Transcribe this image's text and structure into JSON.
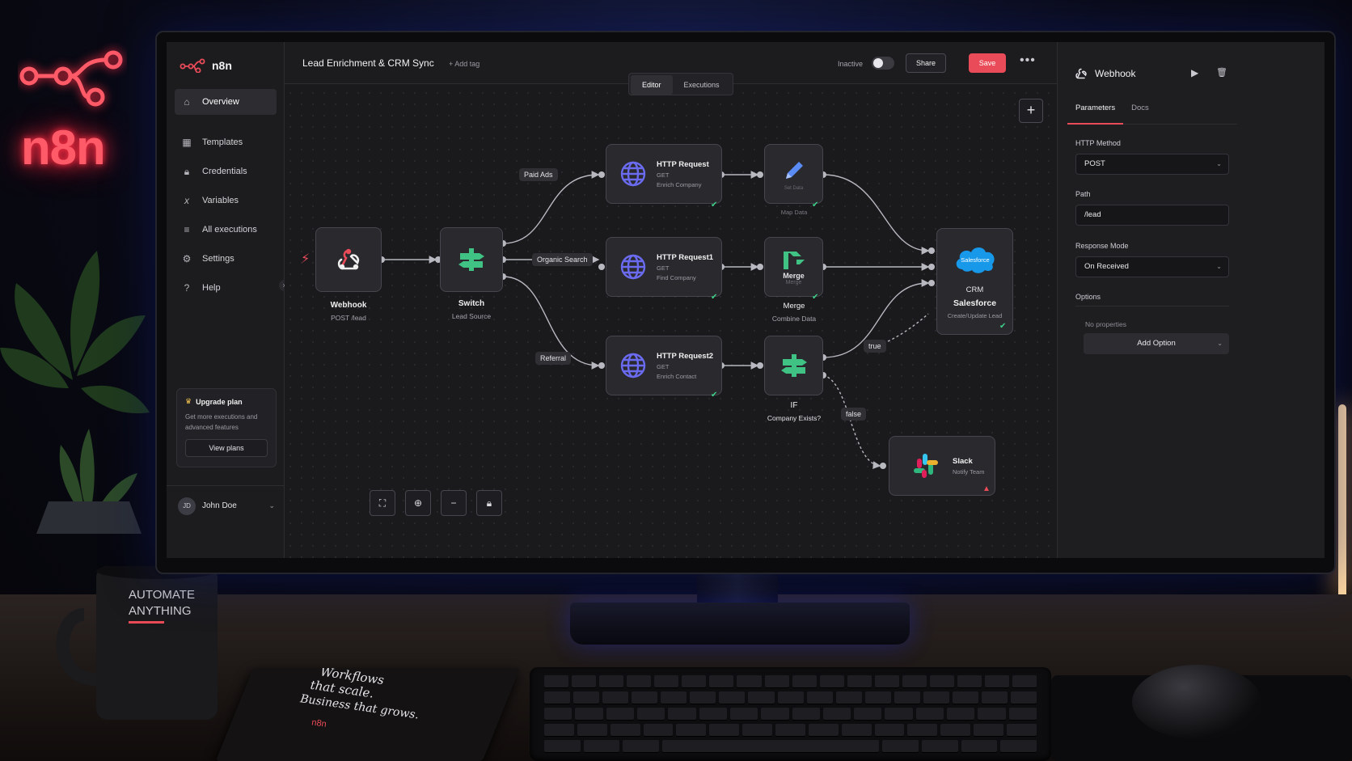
{
  "brand": {
    "name": "n8n",
    "neon_sign": "n8n",
    "accent": "#ea4b58"
  },
  "sidebar": {
    "items": [
      {
        "label": "Overview",
        "icon": "home-icon",
        "active": true
      },
      {
        "label": "Templates",
        "icon": "templates-icon"
      },
      {
        "label": "Credentials",
        "icon": "lock-icon"
      },
      {
        "label": "Variables",
        "icon": "variable-icon"
      },
      {
        "label": "All executions",
        "icon": "list-icon"
      },
      {
        "label": "Settings",
        "icon": "gear-icon"
      },
      {
        "label": "Help",
        "icon": "help-icon"
      }
    ],
    "upgrade": {
      "title": "Upgrade plan",
      "description": "Get more executions and advanced features",
      "button": "View plans"
    },
    "user": {
      "initials": "JD",
      "name": "John Doe"
    }
  },
  "workflow": {
    "title": "Lead Enrichment & CRM Sync",
    "add_tag": "+ Add tag",
    "status": "Inactive",
    "share": "Share",
    "save": "Save",
    "tabs": [
      {
        "label": "Editor",
        "active": true
      },
      {
        "label": "Executions"
      }
    ]
  },
  "nodes": {
    "webhook": {
      "title": "Webhook",
      "sub": "POST /lead"
    },
    "switch": {
      "title": "Switch",
      "sub": "Lead Source"
    },
    "http1": {
      "title": "HTTP Request",
      "method": "GET",
      "sub": "Enrich Company"
    },
    "http2": {
      "title": "HTTP Request1",
      "method": "GET",
      "sub": "Find Company"
    },
    "http3": {
      "title": "HTTP Request2",
      "method": "GET",
      "sub": "Enrich Contact"
    },
    "set": {
      "inner": "Set Data",
      "sub": "Map Data"
    },
    "merge": {
      "inner": "Merge",
      "inner_sub": "Merge",
      "title": "Merge",
      "sub": "Combine Data"
    },
    "if": {
      "title": "IF",
      "sub": "Company Exists?"
    },
    "crm": {
      "logo": "Salesforce",
      "title_line1": "CRM",
      "title_line2": "Salesforce",
      "sub": "Create/Update Lead"
    },
    "slack": {
      "title": "Slack",
      "sub": "Notify Team"
    }
  },
  "edges": {
    "paid_ads": "Paid Ads",
    "organic": "Organic Search",
    "referral": "Referral",
    "true": "true",
    "false": "false"
  },
  "panel": {
    "title": "Webhook",
    "tabs": [
      {
        "label": "Parameters",
        "active": true
      },
      {
        "label": "Docs"
      }
    ],
    "http_method": {
      "label": "HTTP Method",
      "value": "POST"
    },
    "path": {
      "label": "Path",
      "value": "/lead"
    },
    "response_mode": {
      "label": "Response Mode",
      "value": "On Received"
    },
    "options": {
      "label": "Options",
      "empty": "No properties",
      "button": "Add Option"
    }
  },
  "desk": {
    "mug_line1": "AUTOMATE",
    "mug_line2": "ANYTHING",
    "notebook_line1": "Workflows",
    "notebook_line2": "that scale.",
    "notebook_line3": "Business that grows.",
    "notebook_brand": "n8n"
  }
}
